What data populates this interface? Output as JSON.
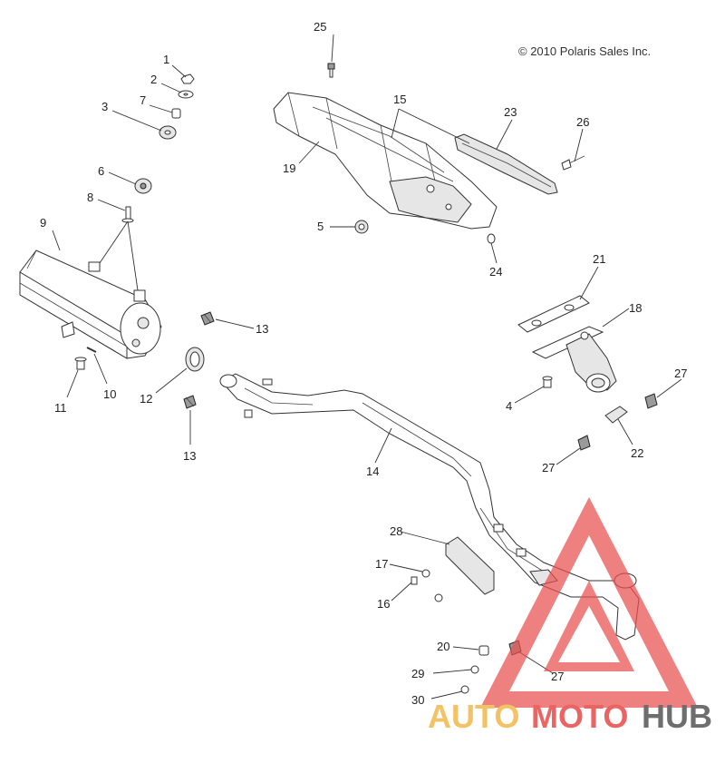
{
  "copyright": "© 2010 Polaris Sales Inc.",
  "callouts": {
    "c1": "1",
    "c2": "2",
    "c3": "3",
    "c4": "4",
    "c5": "5",
    "c6": "6",
    "c7": "7",
    "c8": "8",
    "c9": "9",
    "c10": "10",
    "c11": "11",
    "c12": "12",
    "c13a": "13",
    "c13b": "13",
    "c14": "14",
    "c15": "15",
    "c16": "16",
    "c17": "17",
    "c18": "18",
    "c19": "19",
    "c20": "20",
    "c21": "21",
    "c22": "22",
    "c23": "23",
    "c24": "24",
    "c25": "25",
    "c26": "26",
    "c27a": "27",
    "c27b": "27",
    "c27c": "27",
    "c28": "28",
    "c29": "29",
    "c30": "30"
  },
  "watermark": {
    "part1": "AUTO",
    "part2": "MOTO",
    "part3": "HUB",
    "colors": {
      "auto": "#f0b84a",
      "moto": "#e84a4a",
      "hub": "#555555",
      "triangle": "#e85050"
    }
  }
}
